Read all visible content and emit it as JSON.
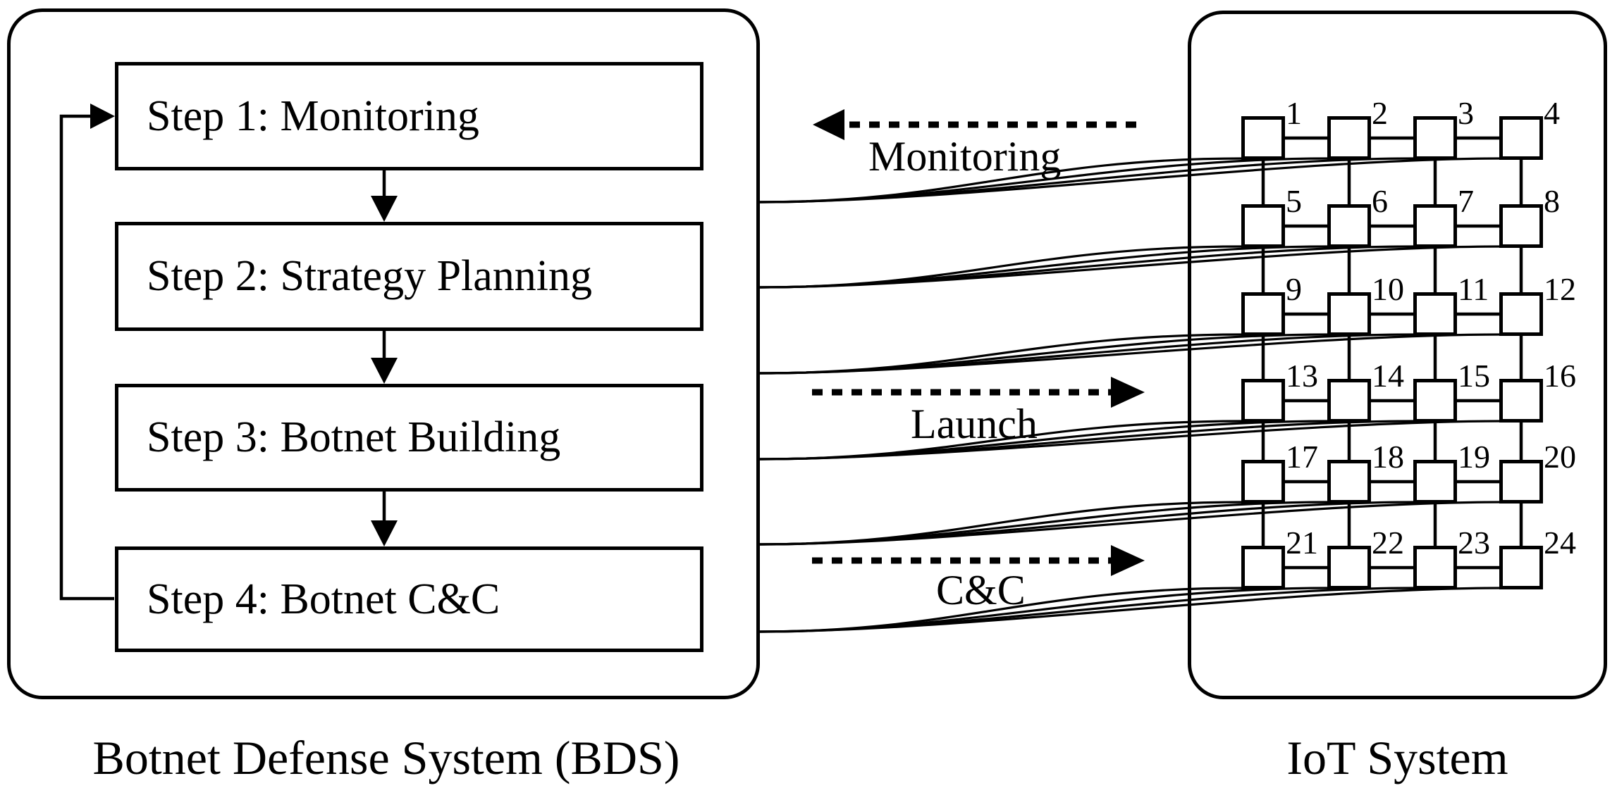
{
  "bds": {
    "label": "Botnet Defense System (BDS)",
    "steps": [
      {
        "label": "Step 1: Monitoring"
      },
      {
        "label": "Step 2: Strategy Planning"
      },
      {
        "label": "Step 3: Botnet Building"
      },
      {
        "label": "Step 4: Botnet C&C"
      }
    ]
  },
  "iot": {
    "label": "IoT System",
    "nodes": [
      {
        "label": "1"
      },
      {
        "label": "2"
      },
      {
        "label": "3"
      },
      {
        "label": "4"
      },
      {
        "label": "5"
      },
      {
        "label": "6"
      },
      {
        "label": "7"
      },
      {
        "label": "8"
      },
      {
        "label": "9"
      },
      {
        "label": "10"
      },
      {
        "label": "11"
      },
      {
        "label": "12"
      },
      {
        "label": "13"
      },
      {
        "label": "14"
      },
      {
        "label": "15"
      },
      {
        "label": "16"
      },
      {
        "label": "17"
      },
      {
        "label": "18"
      },
      {
        "label": "19"
      },
      {
        "label": "20"
      },
      {
        "label": "21"
      },
      {
        "label": "22"
      },
      {
        "label": "23"
      },
      {
        "label": "24"
      }
    ]
  },
  "flows": [
    {
      "label": "Monitoring",
      "direction": "left"
    },
    {
      "label": "Launch",
      "direction": "right"
    },
    {
      "label": "C&C",
      "direction": "right"
    }
  ],
  "colors": {
    "ink": "#000000",
    "background": "#ffffff"
  }
}
